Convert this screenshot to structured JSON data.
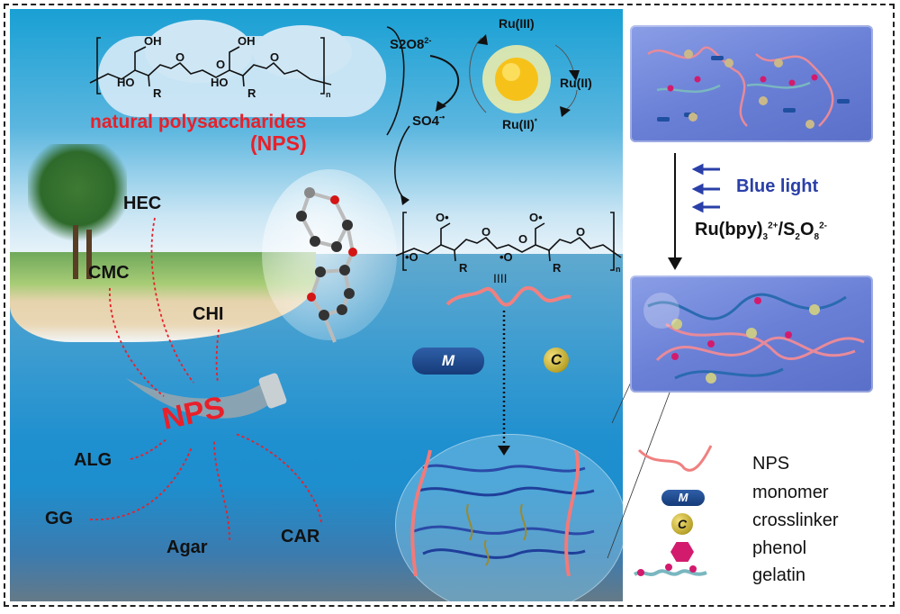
{
  "diagram": {
    "scene": {
      "polymer_title": "natural polysaccharides",
      "polymer_abbrev": "(NPS)",
      "structure_top": {
        "labels": [
          "OH",
          "OH",
          "O",
          "O",
          "O",
          "HO",
          "HO",
          "R",
          "R",
          "n"
        ]
      },
      "center_label": "NPS",
      "sources": [
        "HEC",
        "CMC",
        "CHI",
        "ALG",
        "GG",
        "Agar",
        "CAR"
      ]
    },
    "photocycle": {
      "oxidant": "S2O8",
      "oxidant_charge": "2-",
      "radical": "SO4",
      "radical_charge": "-•",
      "states": [
        "Ru(III)",
        "Ru(II)",
        "Ru(II)"
      ],
      "state_ru3": "Ru(III)",
      "state_ru2": "Ru(II)",
      "state_ru2_excited": "Ru(II)",
      "excited_mark": "*"
    },
    "radical_structure": {
      "labels": [
        "O•",
        "O•",
        "•O",
        "•O",
        "O",
        "O",
        "O",
        "R",
        "R",
        "n"
      ],
      "connector": "IIII"
    },
    "components": {
      "monomer_symbol": "M",
      "crosslinker_symbol": "C"
    },
    "process": {
      "light_label": "Blue light",
      "catalyst_label": "Ru(bpy)",
      "catalyst_sub": "3",
      "catalyst_sup": "2+",
      "separator": "/S",
      "persulfate_sub1": "2",
      "persulfate_o": "O",
      "persulfate_sub2": "8",
      "persulfate_sup": "2-"
    },
    "legend": [
      {
        "symbol": "pink-chain",
        "label": "NPS"
      },
      {
        "symbol": "M",
        "label": "monomer"
      },
      {
        "symbol": "C",
        "label": "crosslinker"
      },
      {
        "symbol": "hexagon",
        "label": "phenol"
      },
      {
        "symbol": "helix",
        "label": "gelatin"
      }
    ],
    "colors": {
      "accent_red": "#e8202a",
      "blue_light": "#2a3fa8",
      "sea": "#1e8fcf",
      "hydrogel_box": "#6a80d6",
      "phenol": "#d31b6e",
      "crosslinker": "#c9b33a",
      "nps_chain": "#f08080"
    }
  }
}
